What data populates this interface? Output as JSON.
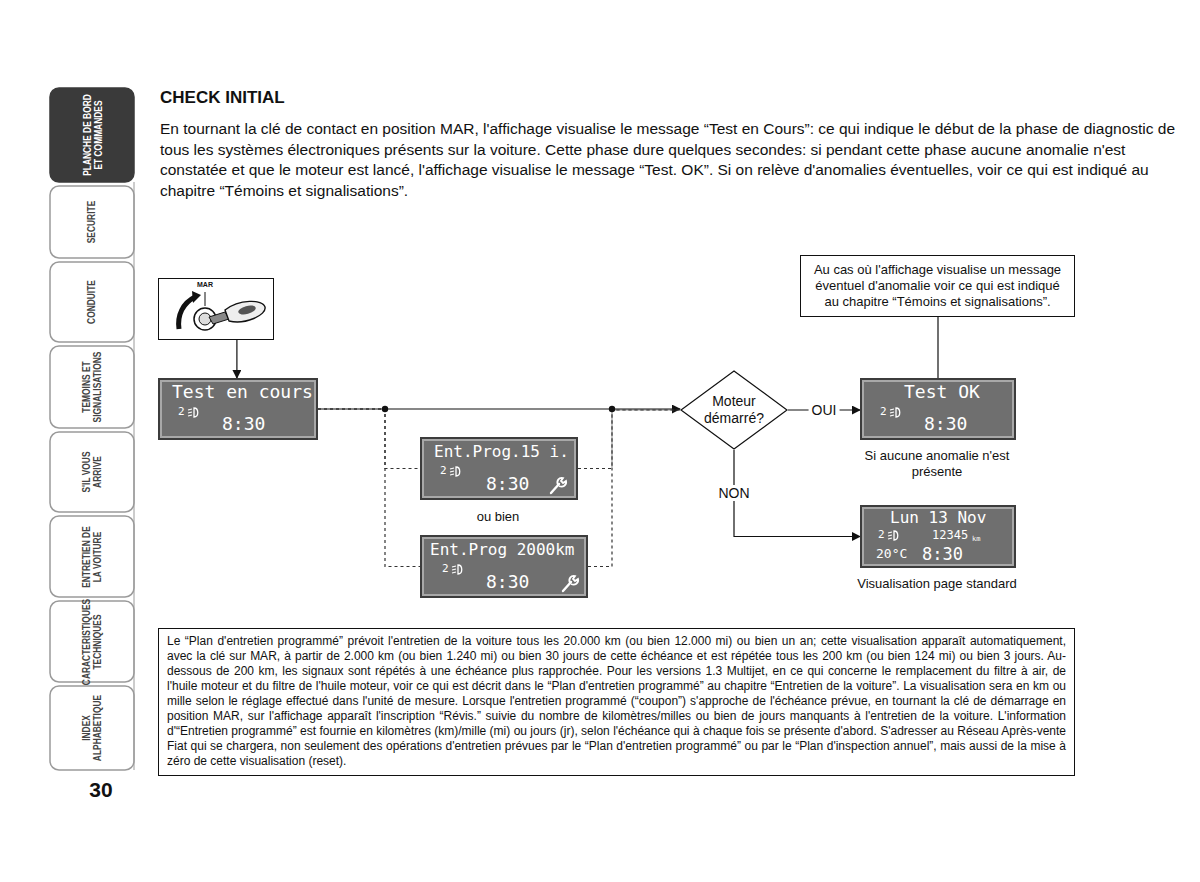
{
  "diagram": {
    "title": "CHECK INITIAL",
    "nodes": [
      {
        "text": [
          "MAR"
        ]
      },
      {
        "text": [
          "Test en cours",
          "2",
          "8:30"
        ]
      },
      {
        "text": [
          "Ent.Prog.15 i.",
          "2",
          "8:30"
        ]
      },
      {
        "text": [
          "Ent.Prog 2000km",
          "2",
          "8:30"
        ]
      },
      {
        "text": [
          "Moteur démarré?"
        ]
      },
      {
        "text": [
          "Au cas où l'affichage visualise un message éventuel d'anomalie voir ce qui est indiqué au chapitre “Témoins et signalisations”."
        ]
      },
      {
        "text": [
          "Test OK",
          "2",
          "8:30"
        ]
      },
      {
        "text": [
          "Lun 13 Nov",
          "2",
          "12345",
          "km",
          "20°C",
          "8:30"
        ]
      },
      {
        "text": [
          "Le “Plan d'entretien programmé” prévoit l'entretien de la voiture tous les 20.000 km (ou bien 12.000 mi) ou bien un an; cette visualisation apparaît automatiquement, avec la clé sur MAR, à partir de 2.000 km (ou bien 1.240 mi) ou bien 30 jours de cette échéance et est répétée tous les 200 km (ou bien 124 mi) ou bien 3 jours. Au-dessous de 200 km, les signaux sont répétés à une échéance plus rapprochée. Pour les versions 1.3 Multijet, en ce qui concerne le remplacement du filtre à air, de l'huile moteur et du filtre de l'huile moteur, voir ce qui est décrit dans le “Plan d'entretien programmé” au chapitre “Entretien de la voiture”. La visualisation sera en km ou mille selon le réglage effectué dans l'unité de mesure. Lorsque l'entretien programmé (“coupon”) s'approche de l'échéance prévue, en tournant la clé de démarrage en position MAR, sur l'affichage apparaît l'inscription “Révis.” suivie du nombre de kilomètres/milles ou bien de jours manquants à l'entretien de la voiture. L'information d'“Entretien programmé” est fournie en kilomètres (km)/mille (mi) ou jours (jr), selon l'échéance qui à chaque fois se présente d'abord. S'adresser au Réseau Après-vente Fiat qui se chargera, non seulement des opérations d'entretien prévues par le “Plan d'entretien programmé” ou par le “Plan d'inspection annuel”, mais aussi de la mise à zéro de cette visualisation (reset)."
        ]
      }
    ],
    "edges": [
      {
        "from": 0,
        "to": 1,
        "arrow": "to"
      },
      {
        "from": 1,
        "to": 4,
        "arrow": "to"
      },
      {
        "from": 1,
        "to": 2,
        "arrow": "none"
      },
      {
        "from": 1,
        "to": 3,
        "arrow": "none"
      },
      {
        "from": 2,
        "to": 4,
        "arrow": "none"
      },
      {
        "from": 3,
        "to": 4,
        "arrow": "none"
      },
      {
        "from": 4,
        "to": 6,
        "label": "OUI",
        "arrow": "to"
      },
      {
        "from": 4,
        "to": 7,
        "label": "NON",
        "arrow": "to"
      },
      {
        "from": 5,
        "to": 6,
        "arrow": "none"
      }
    ],
    "labels": [
      "PLANCHE DE BORD ET COMMANDES",
      "SECURITE",
      "CONDUITE",
      "TEMOINS ET SIGNALISATIONS",
      "S'IL VOUS ARRIVE",
      "ENTRETIEN DE LA VOITURE",
      "CARACTERISTIQUES TECHNIQUES",
      "INDEX ALPHABETIQUE",
      "30",
      "En tournant la clé de contact en position MAR, l'affichage visualise le message “Test en Cours”: ce qui indique le début de la phase de diagnostic de tous les systèmes électroniques présents sur la voiture. Cette phase dure quelques secondes: si pendant cette phase aucune anomalie n'est constatée et que le moteur est lancé, l'affichage visualise le message “Test. OK”. Si on relève d'anomalies éventuelles, voir ce qui est indiqué au chapitre “Témoins et signalisations”.",
      "ou bien",
      "Si aucune anomalie n'est présente",
      "Visualisation page standard"
    ]
  }
}
